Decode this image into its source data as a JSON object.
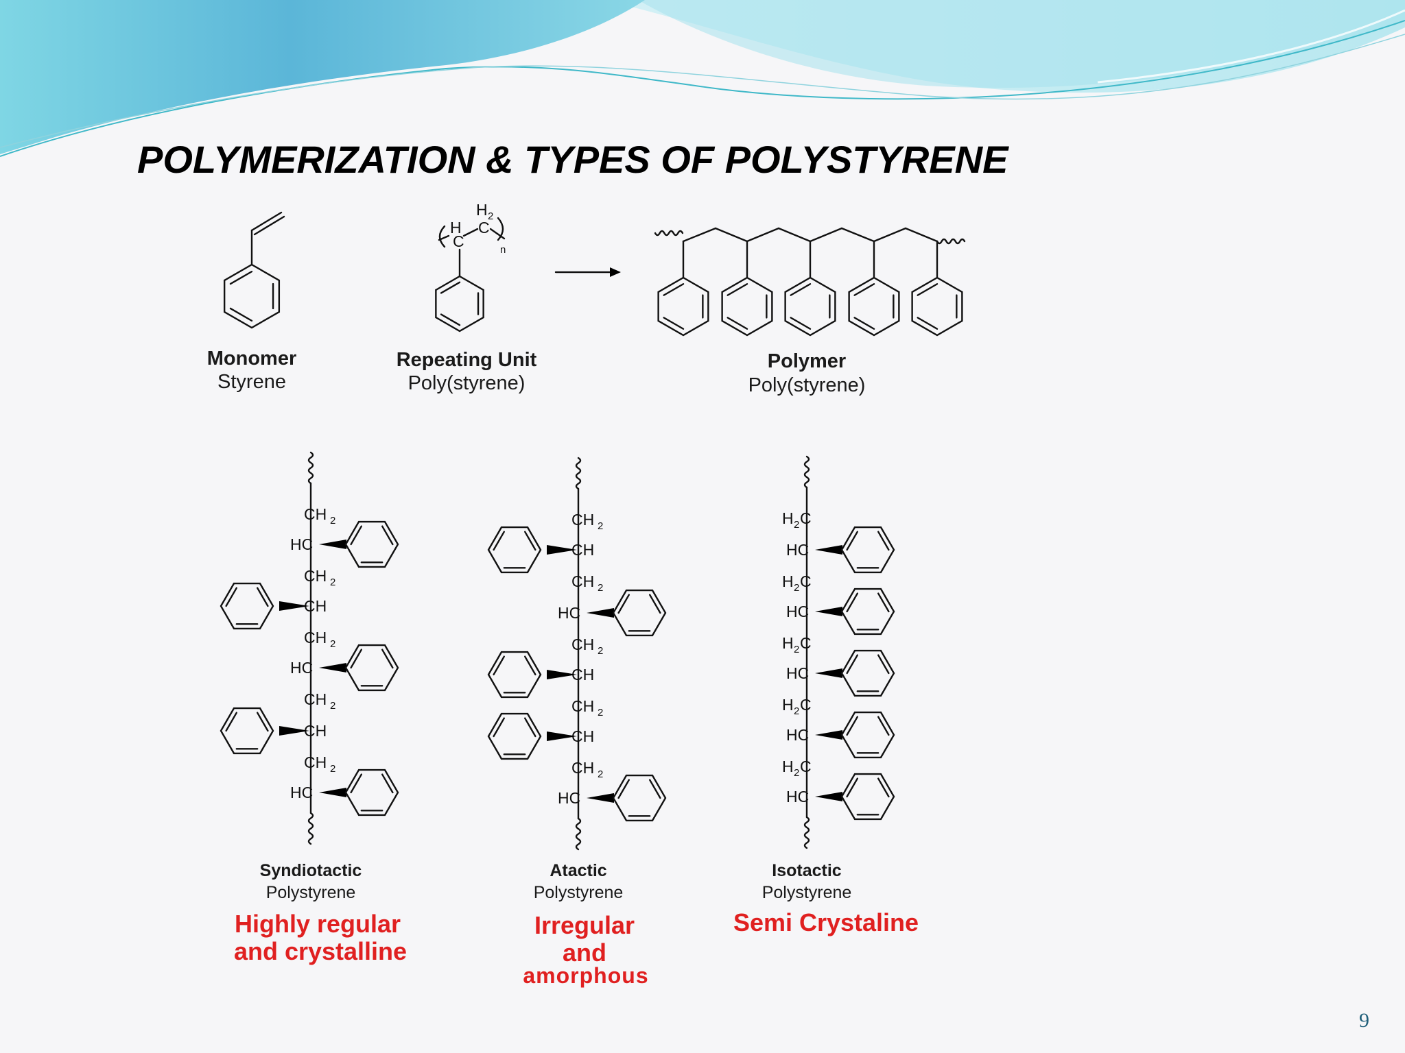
{
  "slide": {
    "title": "POLYMERIZATION & TYPES OF POLYSTYRENE",
    "page_number": "9"
  },
  "top_diagram": {
    "monomer": {
      "label": "Monomer",
      "name": "Styrene"
    },
    "repeating_unit": {
      "label": "Repeating Unit",
      "name": "Poly(styrene)",
      "subscript_n": "n"
    },
    "polymer": {
      "label": "Polymer",
      "name": "Poly(styrene)"
    }
  },
  "tacticity": [
    {
      "label": "Syndiotactic",
      "name": "Polystyrene",
      "desc_line1": "Highly regular",
      "desc_line2": "and crystalline"
    },
    {
      "label": "Atactic",
      "name": "Polystyrene",
      "desc_line1": "Irregular",
      "desc_line2": "and",
      "desc_line3": "amorphous"
    },
    {
      "label": "Isotactic",
      "name": "Polystyrene",
      "desc_line1": "Semi Crystaline"
    }
  ],
  "atoms": {
    "ch2": "CH",
    "h2c": "H",
    "h2c_c": "C",
    "hc": "HC",
    "ch": "CH",
    "two": "2",
    "h": "H",
    "c": "C",
    "h2_h": "H"
  },
  "colors": {
    "accent_red": "#e02020",
    "wave_teal": "#5ac8d8",
    "wave_light": "#bfeaf0"
  }
}
